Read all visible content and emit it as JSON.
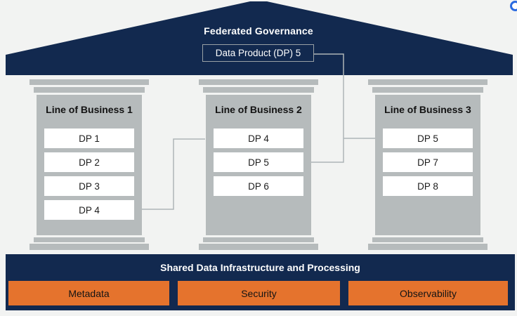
{
  "roof": {
    "title": "Federated Governance",
    "data_product_label": "Data Product (DP) 5"
  },
  "pillars": [
    {
      "title": "Line of Business 1",
      "items": [
        "DP 1",
        "DP 2",
        "DP 3",
        "DP 4"
      ]
    },
    {
      "title": "Line of Business 2",
      "items": [
        "DP 4",
        "DP 5",
        "DP 6"
      ]
    },
    {
      "title": "Line of Business 3",
      "items": [
        "DP 5",
        "DP 7",
        "DP 8"
      ]
    }
  ],
  "foundation": {
    "title": "Shared Data Infrastructure and Processing",
    "services": [
      "Metadata",
      "Security",
      "Observability"
    ]
  },
  "connections": [
    "LoB1 DP 4 to LoB2 DP 4",
    "Roof Data Product (DP) 5 to LoB2 DP 5",
    "Roof Data Product (DP) 5 to LoB3 DP 5"
  ],
  "icons": {
    "top_right": "zoom-icon"
  },
  "colors": {
    "navy": "#12294f",
    "orange": "#e5732d",
    "pillar_gray": "#b6bbbc",
    "background": "#f2f3f2",
    "connector_gray": "#aeb5b7",
    "icon_blue": "#2a6ae0"
  }
}
